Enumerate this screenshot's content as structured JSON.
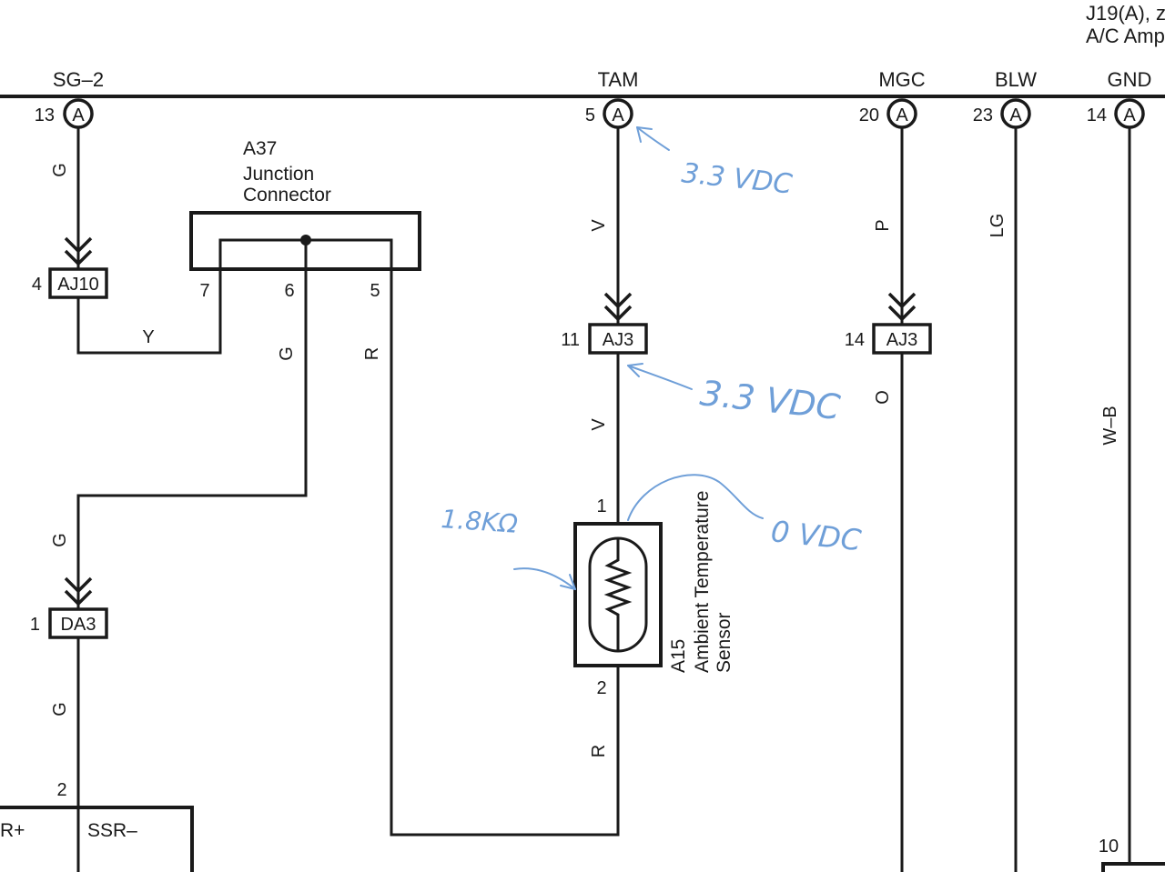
{
  "title_block": {
    "line1": "J19(A), z",
    "line2": "A/C Amp"
  },
  "header_signals": {
    "sg2": "SG–2",
    "tam": "TAM",
    "mgc": "MGC",
    "blw": "BLW",
    "gnd": "GND"
  },
  "pins": {
    "sg2": "13",
    "tam": "5",
    "mgc": "20",
    "blw": "23",
    "gnd": "14",
    "aj10": "4",
    "aj3_left": "11",
    "aj3_right": "14",
    "da3": "1",
    "jc_7": "7",
    "jc_6": "6",
    "jc_5": "5",
    "sensor_1": "1",
    "sensor_2": "2",
    "bottom_left": "2",
    "bottom_right": "10"
  },
  "connector_letter": "A",
  "connectors": {
    "aj10": "AJ10",
    "aj3": "AJ3",
    "da3": "DA3"
  },
  "junction": {
    "id": "A37",
    "line1": "Junction",
    "line2": "Connector"
  },
  "sensor": {
    "id": "A15",
    "line1": "Ambient Temperature",
    "line2": "Sensor"
  },
  "wire_colors": {
    "sg2_top": "G",
    "y_link": "Y",
    "jc6": "G",
    "jc5": "R",
    "da3_top": "G",
    "da3_bottom": "G",
    "tam_top": "V",
    "tam_mid": "V",
    "sensor_bottom": "R",
    "mgc_top": "P",
    "mgc_bottom": "O",
    "blw": "LG",
    "gnd": "W–B"
  },
  "bottom_box": {
    "left_label": "R+",
    "right_label": "SSR–"
  },
  "annotations": {
    "tam_pin_voltage": "3.3 VDC",
    "aj3_voltage": "3.3 VDC",
    "sensor_pin_voltage": "0 VDC",
    "sensor_resistance": "1.8KΩ"
  },
  "colors": {
    "ink": "#1a1a1a",
    "handwriting": "#6f9fd8"
  }
}
